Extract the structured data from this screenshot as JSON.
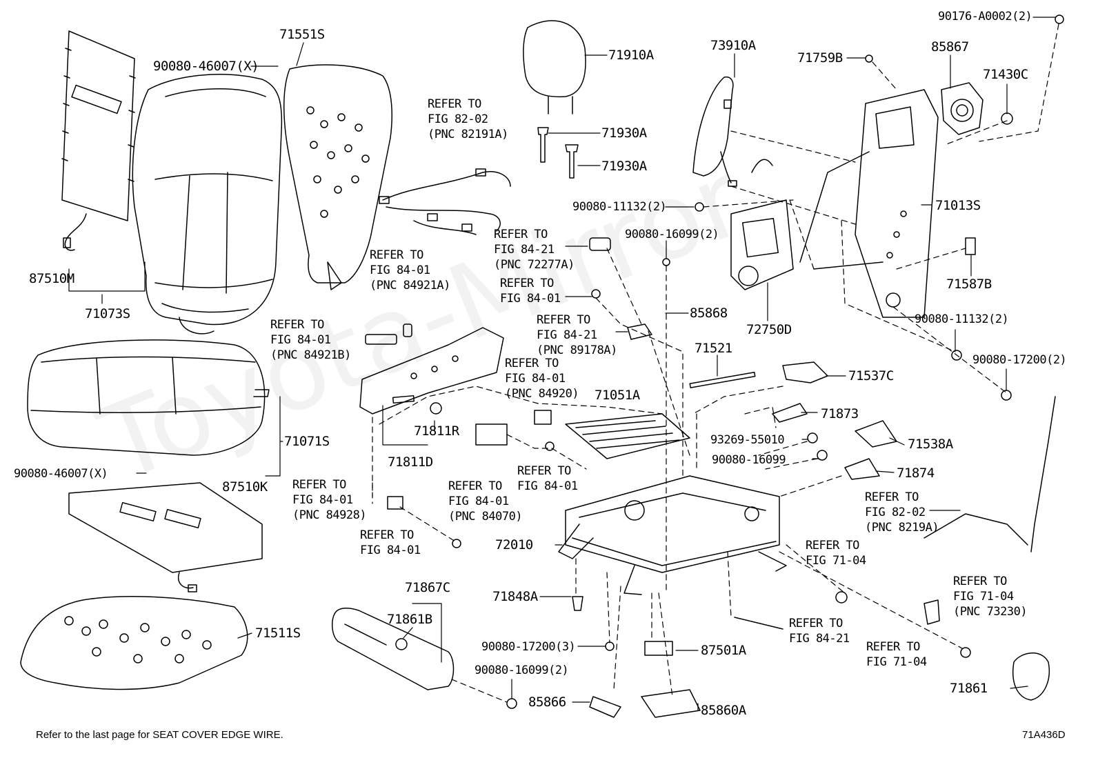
{
  "colors": {
    "line": "#000000",
    "background": "#ffffff",
    "watermark": "#f1f1f1"
  },
  "watermark": "Toyota-Mirror",
  "footer": {
    "note": "Refer to the last page for SEAT COVER EDGE WIRE.",
    "figure_code": "71A436D"
  },
  "parts": {
    "p71551S": "71551S",
    "p90080_46007X_top": "90080-46007(X)",
    "p87510M": "87510M",
    "p71073S": "71073S",
    "p71910A": "71910A",
    "p71930A_1": "71930A",
    "p71930A_2": "71930A",
    "p73910A": "73910A",
    "p71759B": "71759B",
    "p85867": "85867",
    "p90176": "90176-A0002(2)",
    "p71430C": "71430C",
    "p71013S": "71013S",
    "p90080_11132_2a": "90080-11132(2)",
    "p90080_16099_2a": "90080-16099(2)",
    "p72750D": "72750D",
    "p71587B": "71587B",
    "p85868": "85868",
    "p90080_11132_2b": "90080-11132(2)",
    "p90080_17200_2": "90080-17200(2)",
    "p71521": "71521",
    "p71537C": "71537C",
    "p71051A": "71051A",
    "p71873": "71873",
    "p93269": "93269-55010",
    "p71538A": "71538A",
    "p90080_16099": "90080-16099",
    "p71874": "71874",
    "p71071S": "71071S",
    "p90080_46007X_mid": "90080-46007(X)",
    "p87510K": "87510K",
    "p71811R": "71811R",
    "p71811D": "71811D",
    "p72010": "72010",
    "p71848A": "71848A",
    "p71867C": "71867C",
    "p71861B": "71861B",
    "p71511S": "71511S",
    "p90080_17200_3": "90080-17200(3)",
    "p87501A": "87501A",
    "p90080_16099_2b": "90080-16099(2)",
    "p85866": "85866",
    "p85860A": "85860A",
    "p71861": "71861"
  },
  "refers": {
    "r_82191A": "REFER TO\nFIG 82-02\n(PNC 82191A)",
    "r_84921A": "REFER TO\nFIG 84-01\n(PNC 84921A)",
    "r_72277A": "REFER TO\nFIG 84-21\n(PNC 72277A)",
    "r_84_01_a": "REFER TO\nFIG 84-01",
    "r_84921B": "REFER TO\nFIG 84-01\n(PNC 84921B)",
    "r_89178A": "REFER TO\nFIG 84-21\n(PNC 89178A)",
    "r_84920": "REFER TO\nFIG 84-01\n(PNC 84920)",
    "r_84_01_b": "REFER TO\nFIG 84-01",
    "r_84070": "REFER TO\nFIG 84-01\n(PNC 84070)",
    "r_84928": "REFER TO\nFIG 84-01\n(PNC 84928)",
    "r_84_01_c": "REFER TO\nFIG 84-01",
    "r_8219A": "REFER TO\nFIG 82-02\n(PNC 8219A)",
    "r_71_04_a": "REFER TO\nFIG 71-04",
    "r_73230": "REFER TO\nFIG 71-04\n(PNC 73230)",
    "r_84_21": "REFER TO\nFIG 84-21",
    "r_71_04_b": "REFER TO\nFIG 71-04"
  }
}
